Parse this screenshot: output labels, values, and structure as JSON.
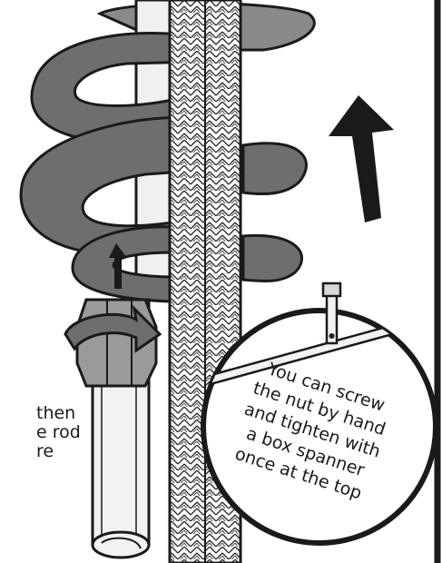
{
  "side_note": {
    "lines": [
      "then",
      "e rod",
      "re"
    ]
  },
  "callout": {
    "lines": [
      "You can screw",
      "the nut by hand",
      "and tighten with",
      "a box spanner",
      "once at the top"
    ]
  },
  "colors": {
    "auger": "#6e6e6e",
    "auger_light": "#8a8a8a",
    "outline": "#1a1a1a",
    "rod": "#e6e6e6",
    "hatch": "#222222"
  },
  "icons": [
    "up-arrow-icon",
    "rotation-arrow-icon",
    "nut-icon",
    "rod-icon"
  ]
}
